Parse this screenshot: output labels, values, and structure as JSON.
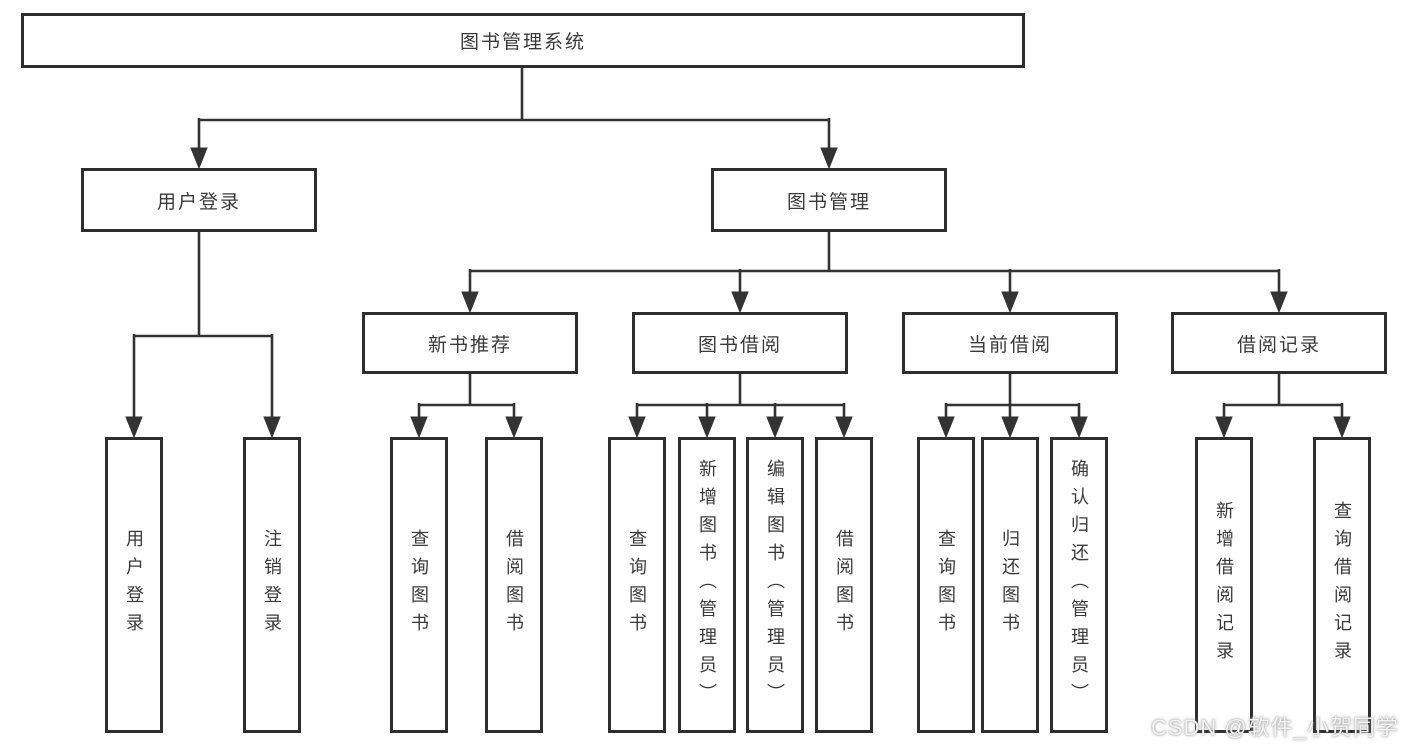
{
  "colors": {
    "background": "#ffffff",
    "line": "#333333",
    "box_border": "#2e2e2e",
    "text": "#3a3a3a",
    "watermark_text": "#f3f3f3"
  },
  "tree": {
    "label": "图书管理系统",
    "children": [
      {
        "label": "用户登录",
        "children": [
          {
            "label": "用户登录"
          },
          {
            "label": "注销登录"
          }
        ]
      },
      {
        "label": "图书管理",
        "children": [
          {
            "label": "新书推荐",
            "children": [
              {
                "label": "查询图书"
              },
              {
                "label": "借阅图书"
              }
            ]
          },
          {
            "label": "图书借阅",
            "children": [
              {
                "label": "查询图书"
              },
              {
                "label": "新增图书（管理员）"
              },
              {
                "label": "编辑图书（管理员）"
              },
              {
                "label": "借阅图书"
              }
            ]
          },
          {
            "label": "当前借阅",
            "children": [
              {
                "label": "查询图书"
              },
              {
                "label": "归还图书"
              },
              {
                "label": "确认归还（管理员）"
              }
            ]
          },
          {
            "label": "借阅记录",
            "children": [
              {
                "label": "新增借阅记录"
              },
              {
                "label": "查询借阅记录"
              }
            ]
          }
        ]
      }
    ]
  },
  "watermark": {
    "text": "CSDN @软件_小贺同学"
  }
}
